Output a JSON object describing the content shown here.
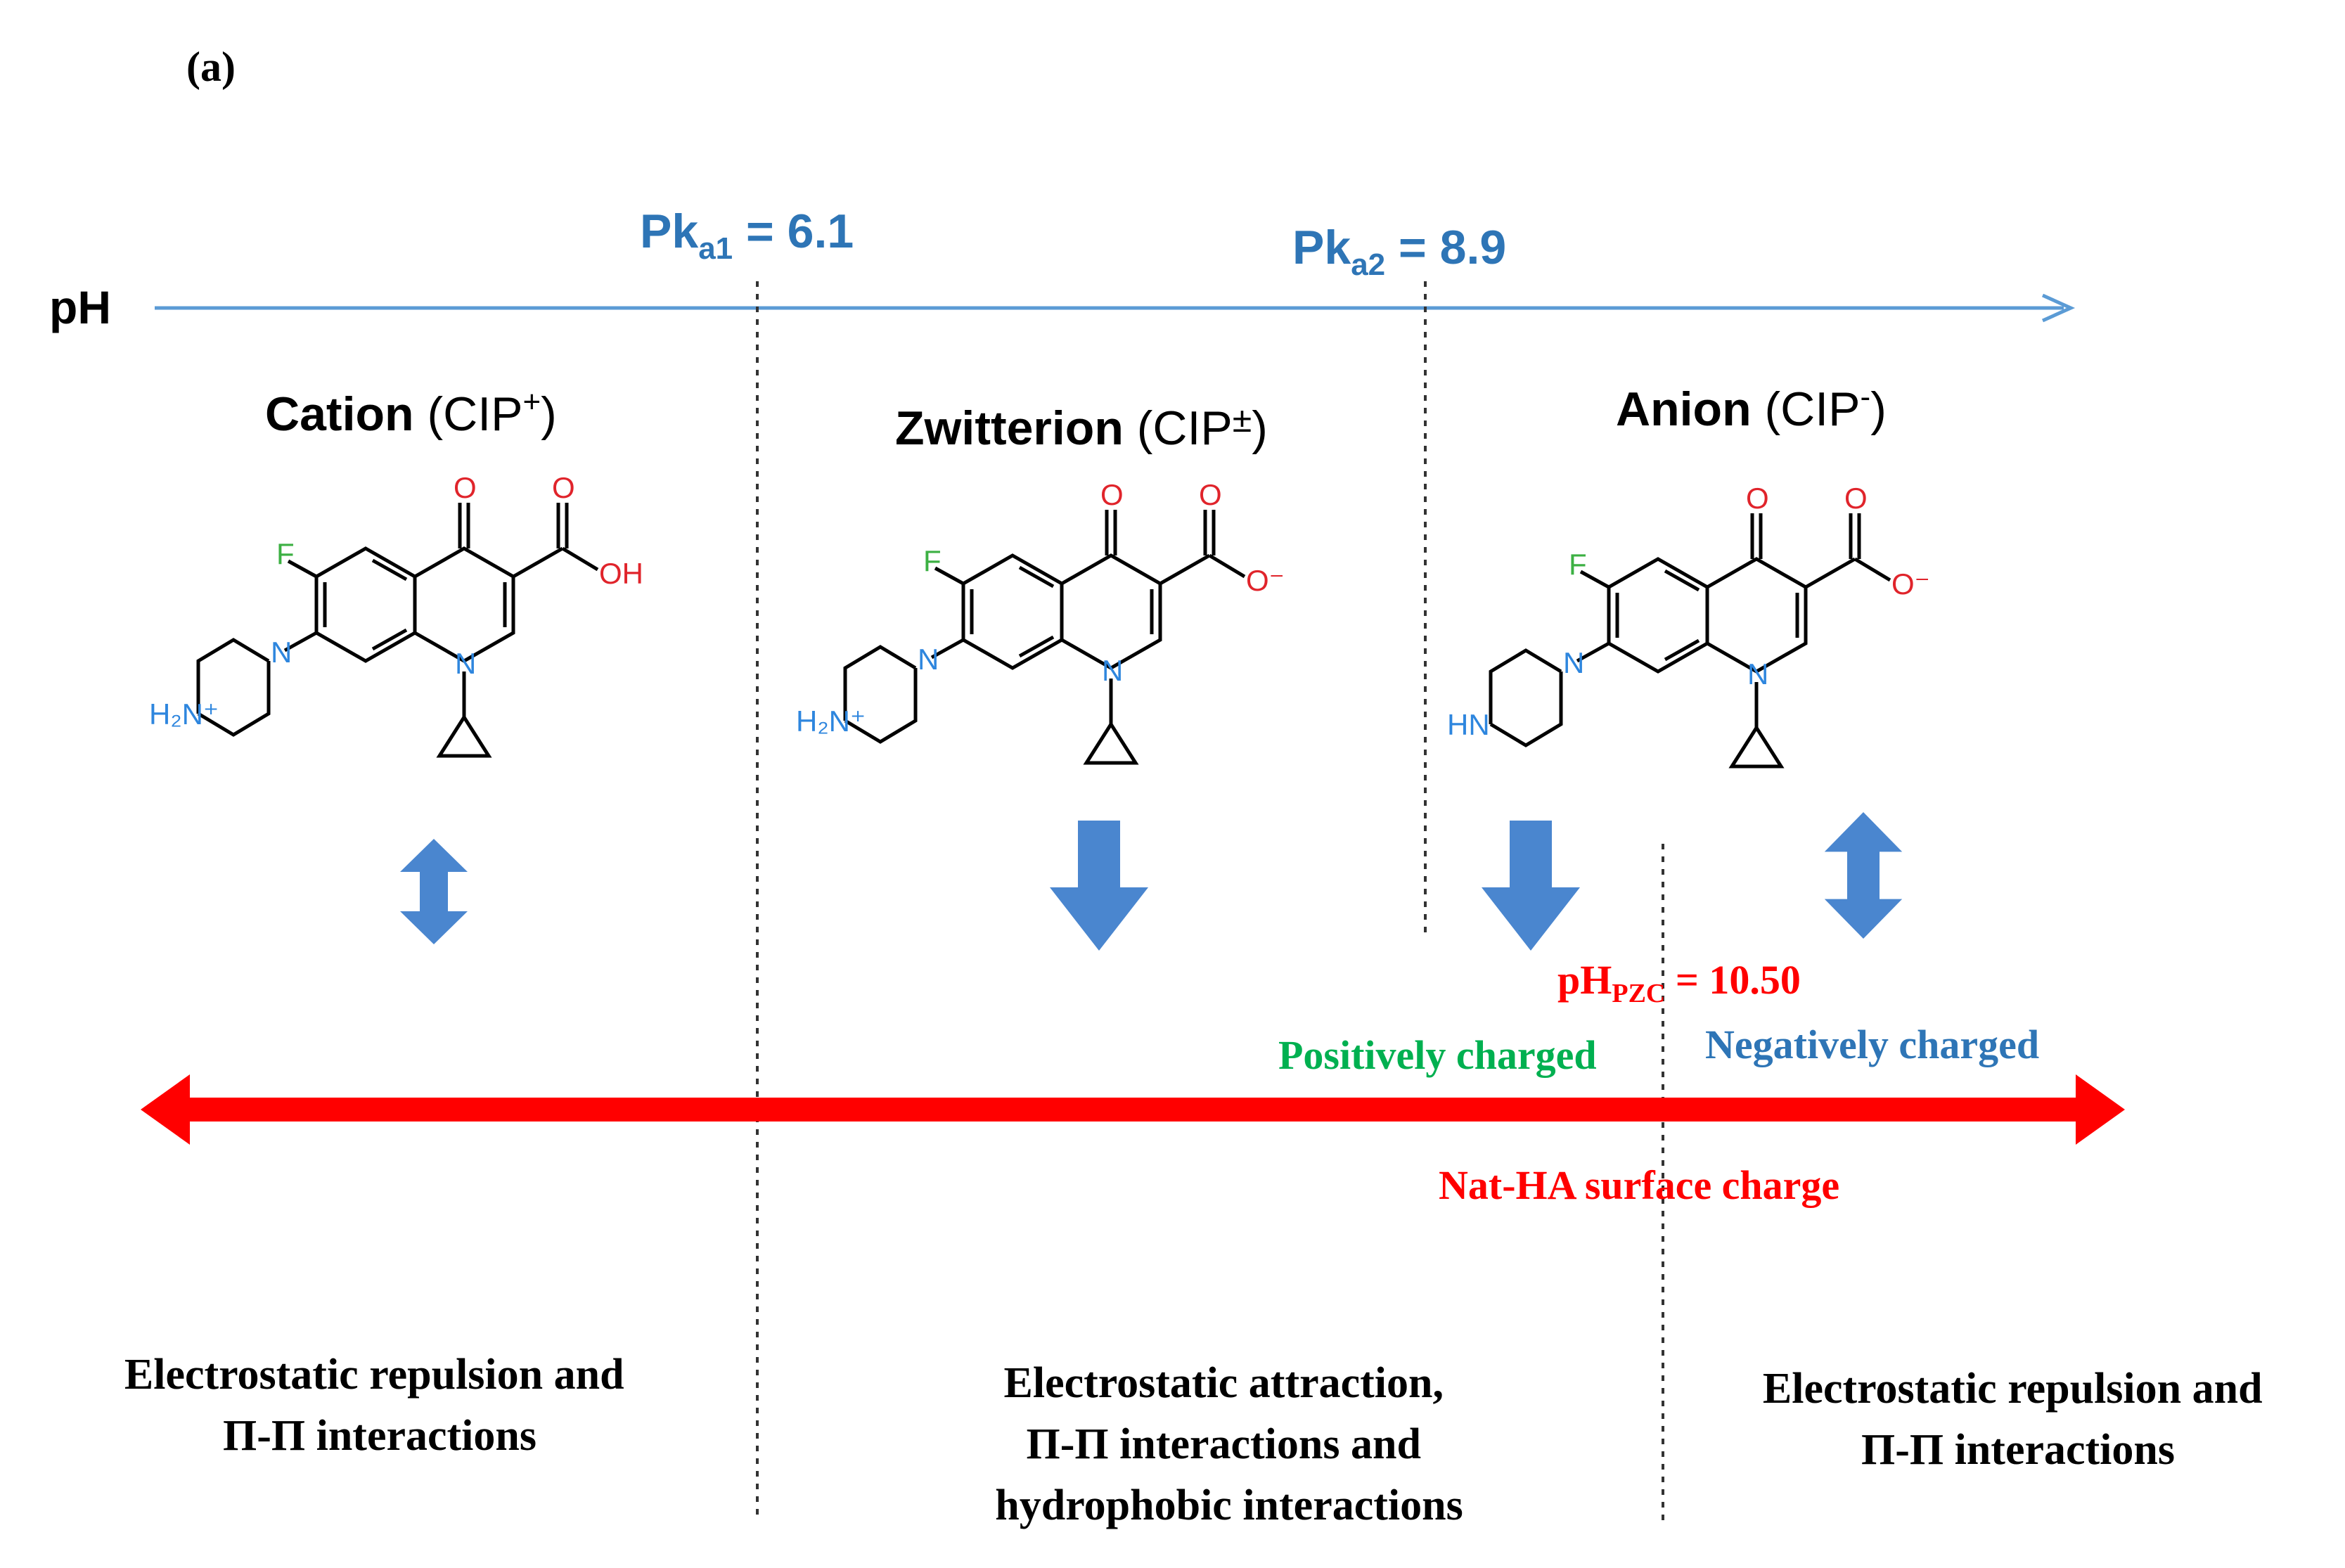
{
  "panel_label": "(a)",
  "axis": {
    "label": "pH",
    "pka1": {
      "main": "Pk",
      "sub": "a1",
      "rest": " = 6.1"
    },
    "pka2": {
      "main": "Pk",
      "sub": "a2",
      "rest": " = 8.9"
    }
  },
  "species": [
    {
      "name": "Cation",
      "formula": "(CIP",
      "sup": "+",
      "close": ")",
      "amine": "H₂N⁺",
      "acid": "OH",
      "carbonyl": "O",
      "acid_o": "O",
      "f": "F",
      "n_ring": "N",
      "n_pip": "N"
    },
    {
      "name": "Zwitterion",
      "formula": "(CIP",
      "sup": "±",
      "close": ")",
      "amine": "H₂N⁺",
      "acid": "O⁻",
      "carbonyl": "O",
      "acid_o": "O",
      "f": "F",
      "n_ring": "N",
      "n_pip": "N"
    },
    {
      "name": "Anion",
      "formula": "(CIP",
      "sup": "-",
      "close": ")",
      "amine": "HN",
      "acid": "O⁻",
      "carbonyl": "O",
      "acid_o": "O",
      "f": "F",
      "n_ring": "N",
      "n_pip": "N"
    }
  ],
  "pzc": {
    "main": "pH",
    "sub": "PZC",
    "rest": " = 10.50"
  },
  "positive_label": "Positively charged",
  "negative_label": "Negatively charged",
  "surface_label": "Nat-HA surface charge",
  "interactions": {
    "left": [
      "Electrostatic repulsion  and",
      "Π-Π interactions"
    ],
    "middle": [
      "Electrostatic attraction,",
      "Π-Π interactions and",
      "hydrophobic interactions"
    ],
    "right": [
      "Electrostatic repulsion  and",
      "Π-Π interactions"
    ]
  },
  "colors": {
    "blue_text": "#2E75B6",
    "axis_line": "#5B9BD5",
    "arrow_fill": "#4A86CF",
    "red": "#FF0000",
    "green": "#00B050",
    "neg_blue": "#2E75B6",
    "black": "#000000"
  },
  "icons": [
    "double-headed-arrow-icon",
    "down-arrow-icon",
    "double-headed-arrow-icon",
    "down-arrow-icon",
    "double-headed-arrow-icon"
  ]
}
